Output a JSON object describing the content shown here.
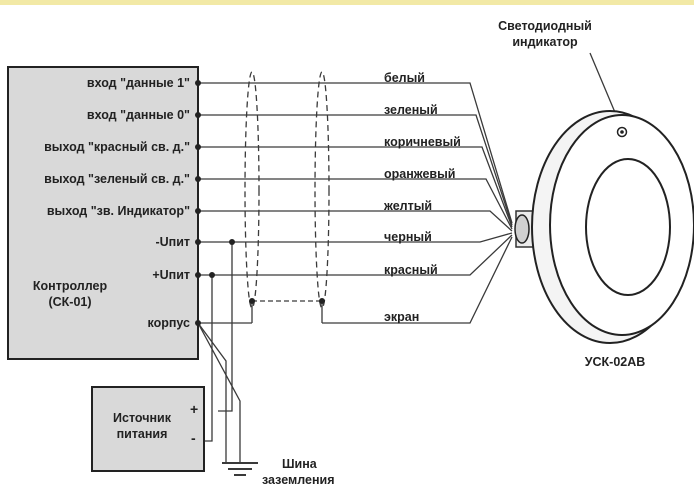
{
  "controller": {
    "title_line1": "Контроллер",
    "title_line2": "(СК-01)",
    "terminals": [
      "вход \"данные 1\"",
      "вход \"данные 0\"",
      "выход \"красный св. д.\"",
      "выход \"зеленый св. д.\"",
      "выход \"зв. Индикатор\"",
      "-Uпит",
      "+Uпит",
      "корпус"
    ]
  },
  "wires": [
    "белый",
    "зеленый",
    "коричневый",
    "оранжевый",
    "желтый",
    "черный",
    "красный",
    "экран"
  ],
  "reader": {
    "led_label_line1": "Светодиодный",
    "led_label_line2": "индикатор",
    "model": "УСК-02АВ"
  },
  "power_supply": {
    "label_line1": "Источник",
    "label_line2": "питания",
    "plus": "+",
    "minus": "-"
  },
  "ground": {
    "label_line1": "Шина",
    "label_line2": "заземления"
  },
  "colors": {
    "line": "#3a3a3a",
    "box_fill": "#d9d9d9",
    "border_top": "#f2e9a6"
  }
}
